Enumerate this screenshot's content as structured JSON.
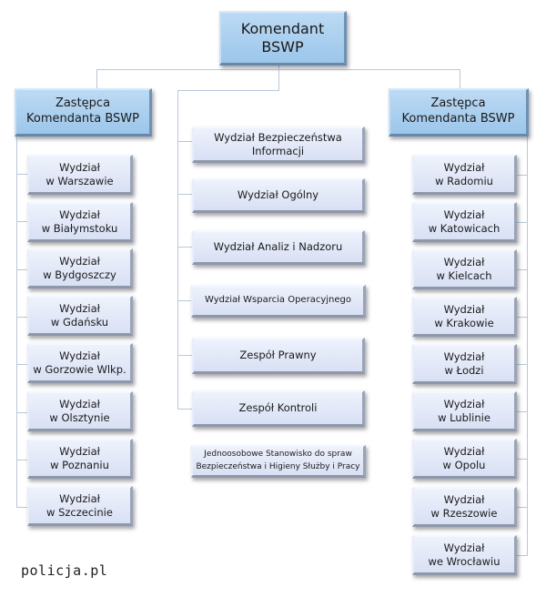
{
  "chart_title": "Struktura organizacyjna BSWP",
  "colors": {
    "head_box": "#a8cdee",
    "dept_box": "#e2e8f8",
    "connector": "#b8c8d8"
  },
  "top": {
    "label": "Komendant\nBSWP"
  },
  "deputy_left": {
    "label": "Zastępca\nKomendanta BSWP"
  },
  "deputy_right": {
    "label": "Zastępca\nKomendanta BSWP"
  },
  "left_units": [
    {
      "label": "Wydział\nw Warszawie"
    },
    {
      "label": "Wydział\nw Białymstoku"
    },
    {
      "label": "Wydział\nw Bydgoszczy"
    },
    {
      "label": "Wydział\nw Gdańsku"
    },
    {
      "label": "Wydział\nw Gorzowie Wlkp."
    },
    {
      "label": "Wydział\nw Olsztynie"
    },
    {
      "label": "Wydział\nw Poznaniu"
    },
    {
      "label": "Wydział\nw Szczecinie"
    }
  ],
  "center_units": [
    {
      "label": "Wydział Bezpieczeństwa\nInformacji"
    },
    {
      "label": "Wydział Ogólny"
    },
    {
      "label": "Wydział Analiz i Nadzoru"
    },
    {
      "label": "Wydział Wsparcia Operacyjnego"
    },
    {
      "label": "Zespół Prawny"
    },
    {
      "label": "Zespół Kontroli"
    },
    {
      "label": "Jednoosobowe Stanowisko do spraw\nBezpieczeństwa i Higieny Służby i Pracy"
    }
  ],
  "right_units": [
    {
      "label": "Wydział\nw Radomiu"
    },
    {
      "label": "Wydział\nw Katowicach"
    },
    {
      "label": "Wydział\nw Kielcach"
    },
    {
      "label": "Wydział\nw Krakowie"
    },
    {
      "label": "Wydział\nw Łodzi"
    },
    {
      "label": "Wydział\nw Lublinie"
    },
    {
      "label": "Wydział\nw Opolu"
    },
    {
      "label": "Wydział\nw Rzeszowie"
    },
    {
      "label": "Wydział\nwe Wrocławiu"
    }
  ],
  "watermark": "policja.pl"
}
